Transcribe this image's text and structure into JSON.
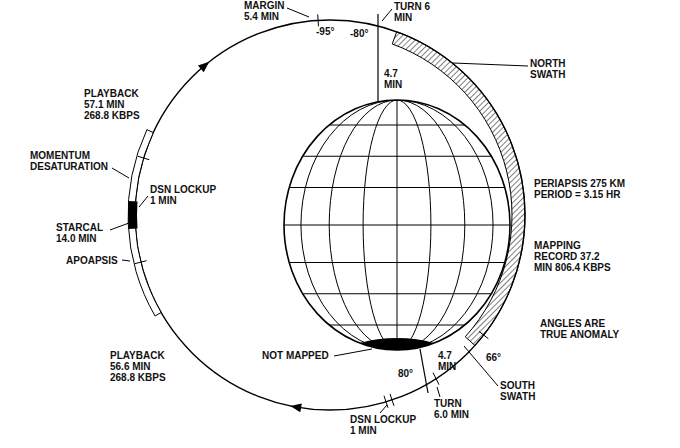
{
  "diagram": {
    "labels": [
      "MARGIN 5.4 MIN",
      "TURN 6 MIN",
      "-95°",
      "-80°",
      "4.7 MIN",
      "NORTH SWATH",
      "PERIAPSIS 275 KM PERIOD = 3.15 HR",
      "MAPPING RECORD 37.2 MIN 806.4 KBPS",
      "ANGLES ARE TRUE ANOMALY",
      "4.7 MIN",
      "66°",
      "SOUTH SWATH",
      "80°",
      "TURN 6.0 MIN",
      "DSN LOCKUP 1 MIN",
      "NOT MAPPED",
      "PLAYBACK 56.6 MIN 268.8 KBPS",
      "APOAPSIS",
      "STARCAL 14.0 MIN",
      "DSN LOCKUP 1 MIN",
      "MOMENTUM DESATURATION",
      "PLAYBACK 57.1 MIN 268.8 KBPS"
    ]
  }
}
